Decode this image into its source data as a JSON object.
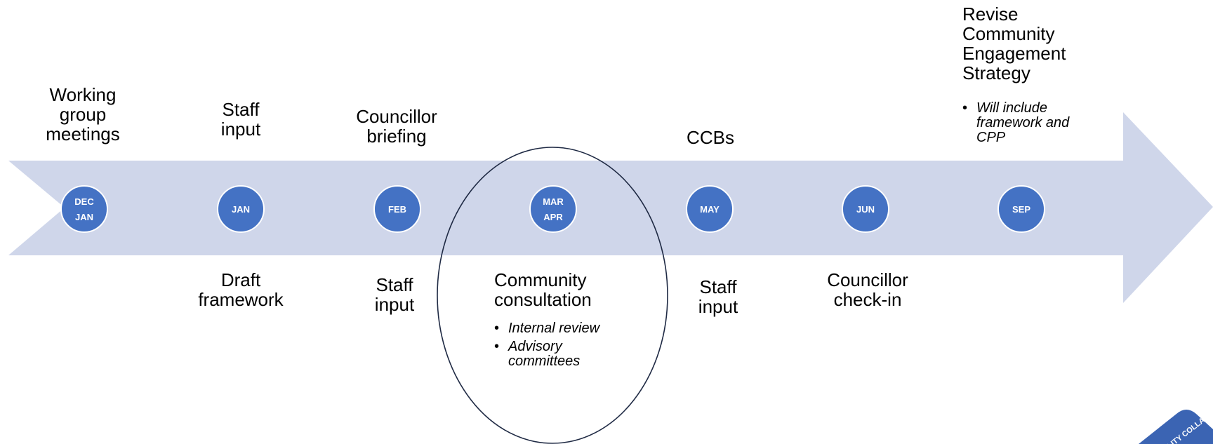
{
  "colors": {
    "arrow": "#cfd6ea",
    "milestone": "#4472c4",
    "milestone_text": "#ffffff",
    "ellipse_stroke": "#1f2a44",
    "logo": "#3b64b3"
  },
  "milestones": [
    {
      "month_lines": [
        "DEC",
        "JAN"
      ]
    },
    {
      "month_lines": [
        "JAN"
      ]
    },
    {
      "month_lines": [
        "FEB"
      ]
    },
    {
      "month_lines": [
        "MAR",
        "APR"
      ]
    },
    {
      "month_lines": [
        "MAY"
      ]
    },
    {
      "month_lines": [
        "JUN"
      ]
    },
    {
      "month_lines": [
        "SEP"
      ]
    }
  ],
  "above_labels": [
    {
      "lines": [
        "Working",
        "group",
        "meetings"
      ]
    },
    {
      "lines": [
        "Staff",
        "input"
      ]
    },
    {
      "lines": [
        "Councillor",
        "briefing"
      ]
    },
    {
      "lines": [
        "CCBs"
      ]
    },
    {
      "lines": [
        "Revise",
        "Community",
        "Engagement",
        "Strategy"
      ]
    }
  ],
  "below_labels": [
    {
      "lines": [
        "Draft",
        "framework"
      ]
    },
    {
      "lines": [
        "Staff",
        "input"
      ]
    },
    {
      "lines": [
        "Community",
        "consultation"
      ]
    },
    {
      "lines": [
        "Staff",
        "input"
      ]
    },
    {
      "lines": [
        "Councillor",
        "check-in"
      ]
    }
  ],
  "bullets": {
    "bullet_char": "•",
    "strategy_notes": [
      {
        "lines": [
          "Will include",
          "framework and",
          "CPP"
        ]
      }
    ],
    "consultation_notes": [
      {
        "lines": [
          "Internal review"
        ]
      },
      {
        "lines": [
          "Advisory",
          "committees"
        ]
      }
    ]
  },
  "logo": {
    "text": "ILITY COLLA",
    "icon": "badge-logo"
  }
}
